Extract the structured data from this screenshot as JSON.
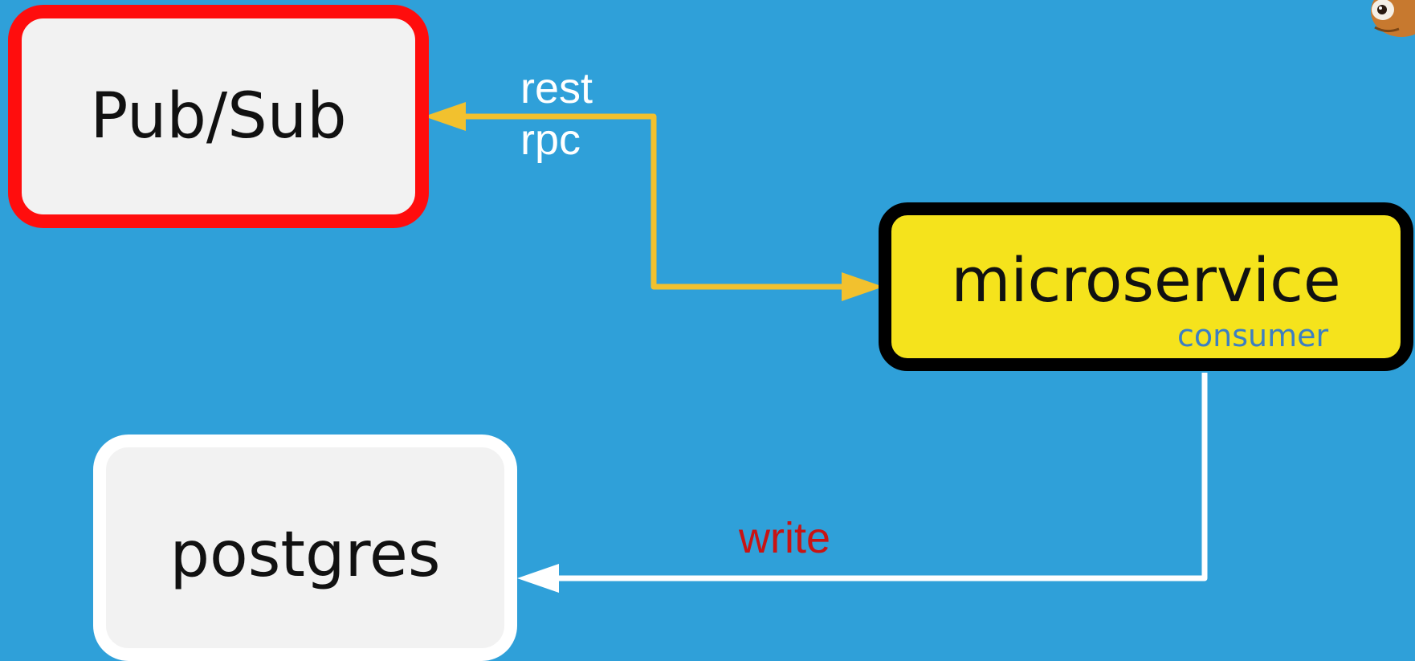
{
  "nodes": {
    "pubsub": "Pub/Sub",
    "microservice": "microservice",
    "microservice_sublabel": "consumer",
    "postgres": "postgres"
  },
  "edges": {
    "pubsub_micro": [
      "rest",
      "rpc"
    ],
    "micro_postgres": "write"
  },
  "colors": {
    "background": "#2fa0d9",
    "pubsub_border": "#ff0d0d",
    "microservice_fill": "#f5e31c",
    "arrow_rest_rpc": "#f2c12e",
    "arrow_write": "#ffffff",
    "write_label": "#c81414",
    "consumer_label": "#3d7fc2"
  }
}
